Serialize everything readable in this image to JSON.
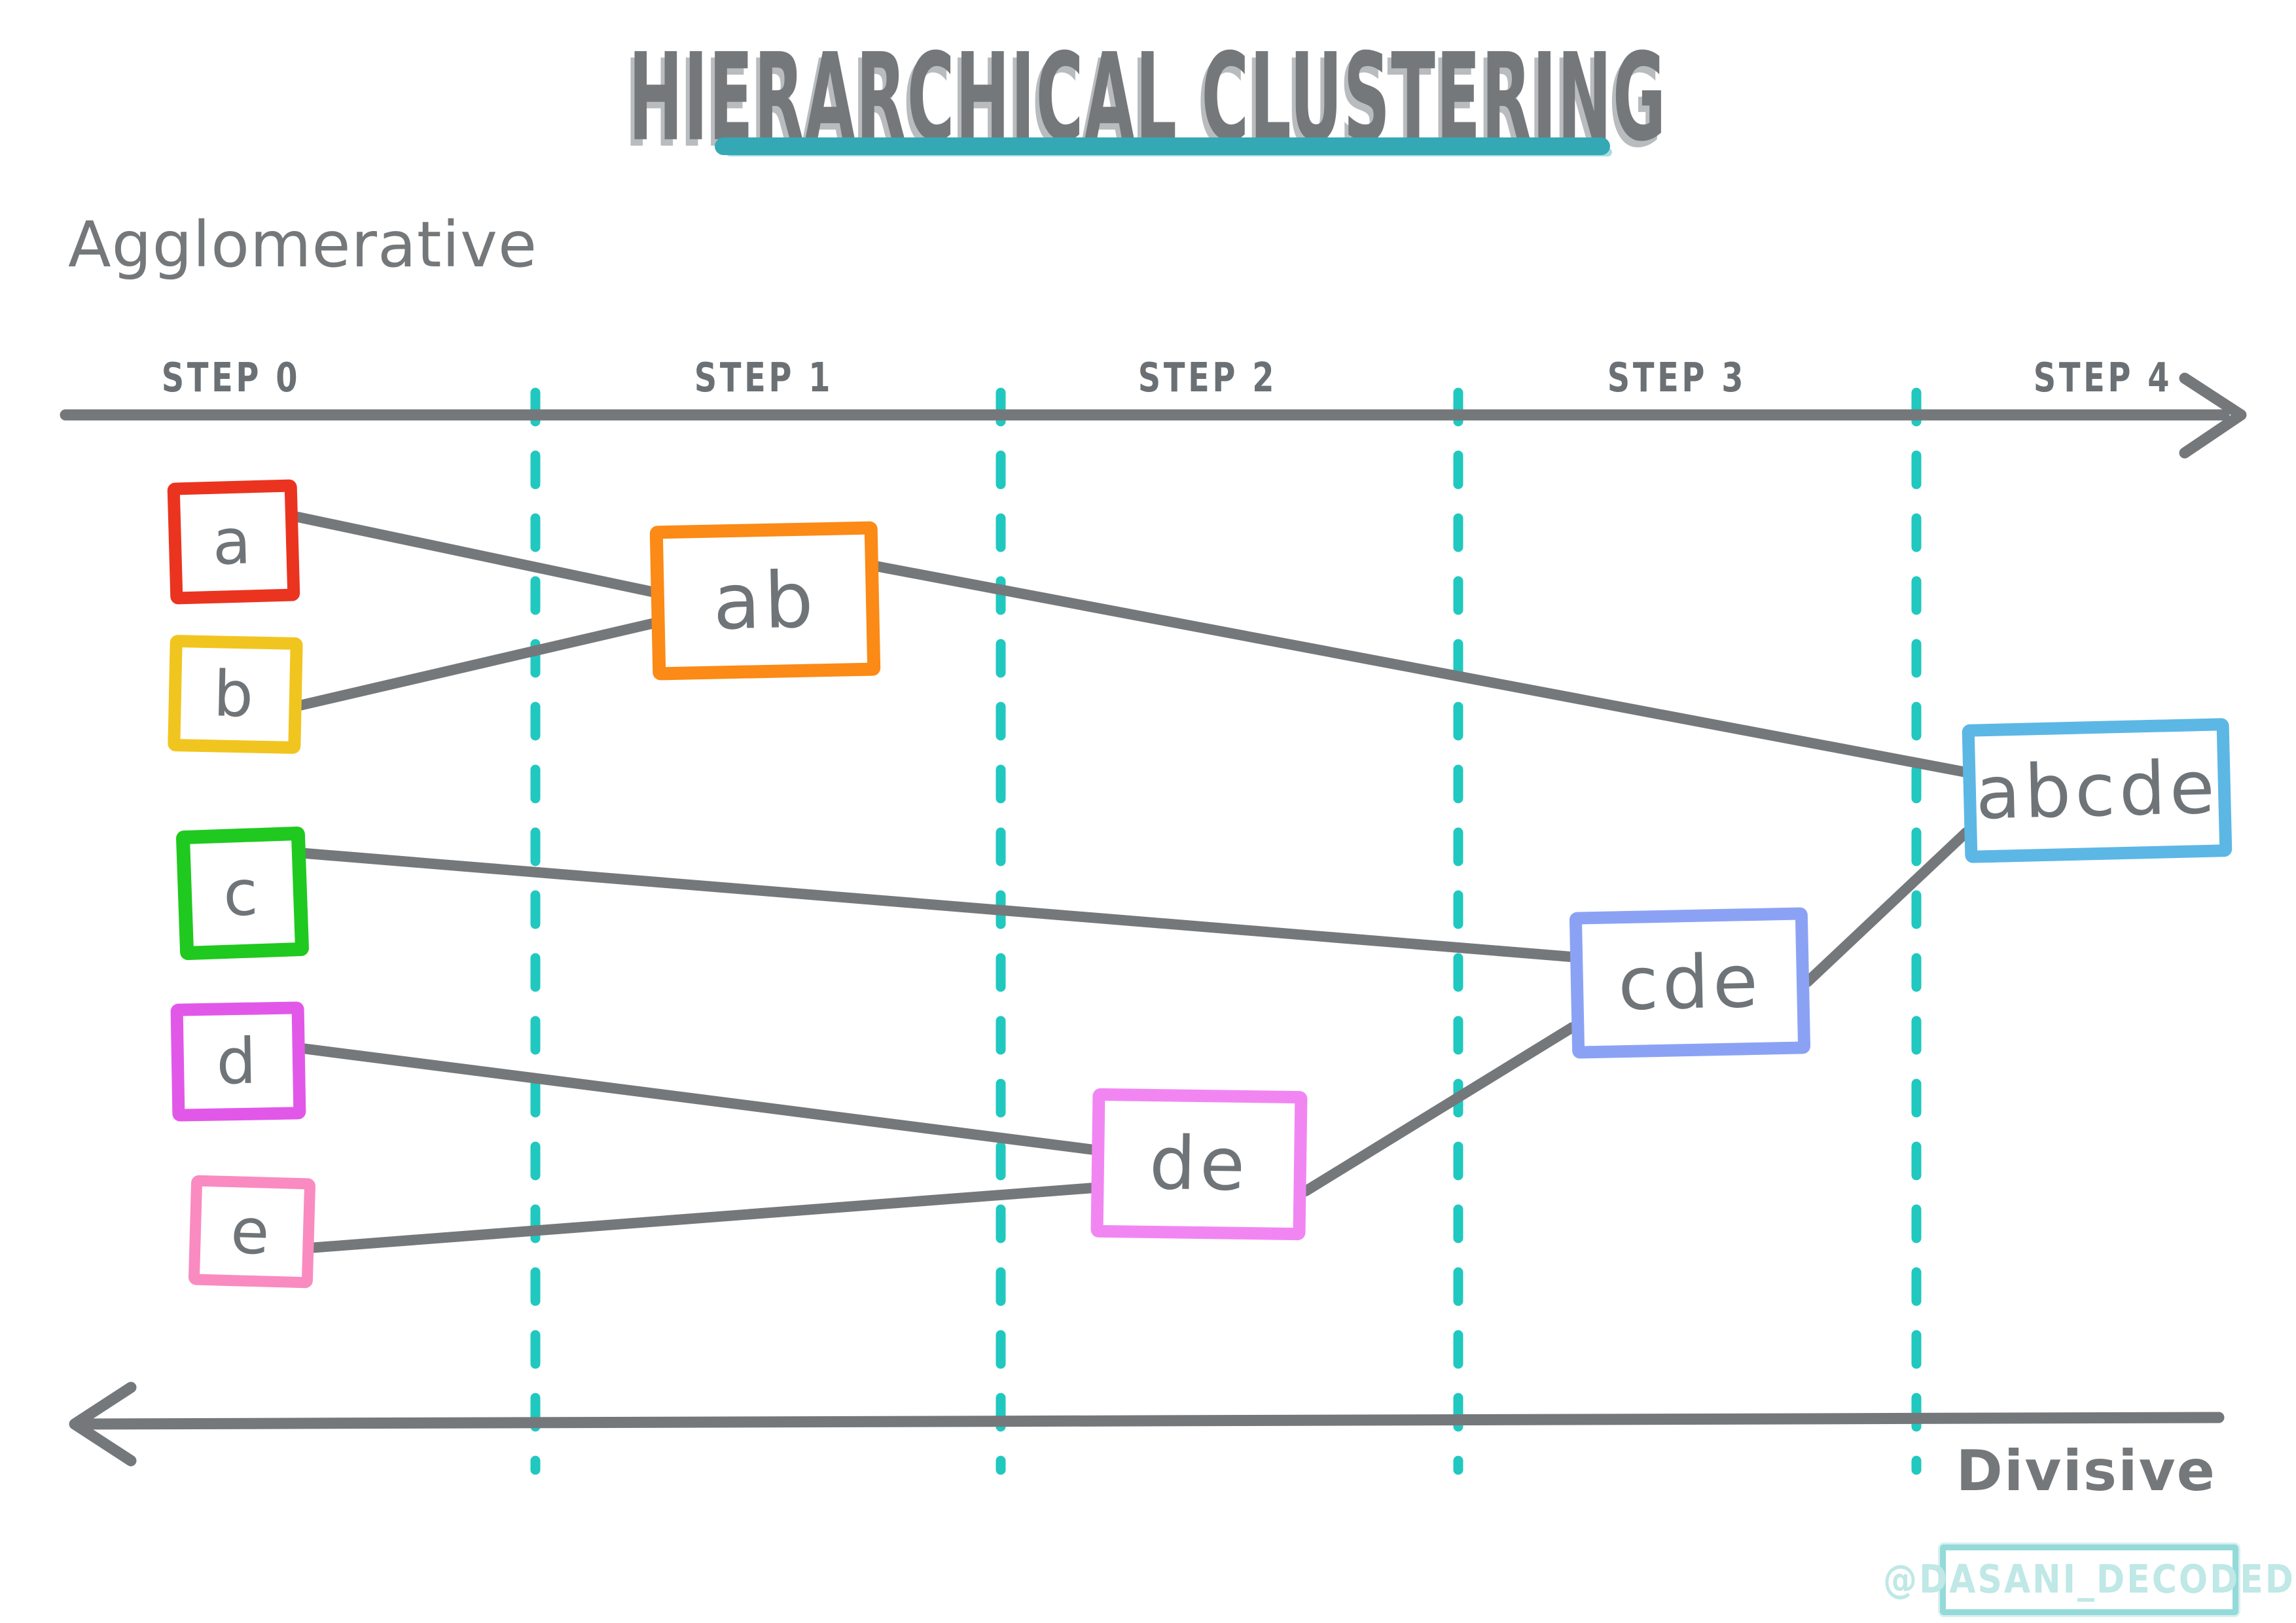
{
  "title": "HIERARCHICAL CLUSTERING",
  "methods": {
    "agglomerative": "Agglomerative",
    "divisive": "Divisive"
  },
  "steps": [
    "STEP 0",
    "STEP 1",
    "STEP 2",
    "STEP 3",
    "STEP 4"
  ],
  "nodes": {
    "a": {
      "label": "a",
      "color": "#ea3420"
    },
    "b": {
      "label": "b",
      "color": "#f1c51f"
    },
    "c": {
      "label": "c",
      "color": "#1fc91f"
    },
    "d": {
      "label": "d",
      "color": "#e158e9"
    },
    "e": {
      "label": "e",
      "color": "#f98bc1"
    },
    "ab": {
      "label": "ab",
      "color": "#fb8a16"
    },
    "de": {
      "label": "de",
      "color": "#f186f2"
    },
    "cde": {
      "label": "cde",
      "color": "#8ba2f4"
    },
    "abcde": {
      "label": "abcde",
      "color": "#5cb7e5"
    }
  },
  "edges": [
    {
      "from": "a",
      "to": "ab"
    },
    {
      "from": "b",
      "to": "ab"
    },
    {
      "from": "ab",
      "to": "abcde"
    },
    {
      "from": "c",
      "to": "cde"
    },
    {
      "from": "d",
      "to": "de"
    },
    {
      "from": "e",
      "to": "de"
    },
    {
      "from": "de",
      "to": "cde"
    },
    {
      "from": "cde",
      "to": "abcde"
    }
  ],
  "watermark": "@DASANI_DECODED",
  "colors": {
    "ink_gray": "#75787b",
    "letter_gray": "#6f7478",
    "divider_teal": "#20c8bf",
    "underline_teal": "#35a8b6",
    "watermark_teal": "#bfe8e6"
  }
}
